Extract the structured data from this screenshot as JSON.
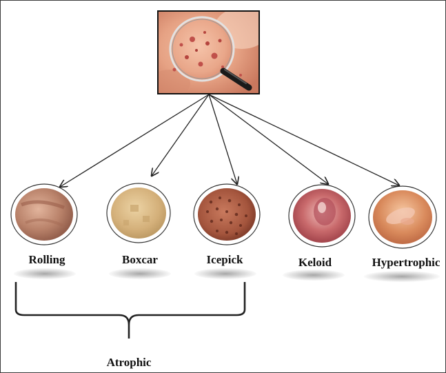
{
  "figure": {
    "main_image": {
      "name": "acne-skin-under-magnifier-photo",
      "colors": {
        "frame": "#111111",
        "skin": "#e8a88a",
        "lesion": "#c0504a",
        "lens_rim": "#dcdcdc",
        "handle": "#1a1a1a"
      }
    },
    "scar_types": [
      {
        "id": "rolling",
        "label": "Rolling",
        "photo_colors": [
          "#e2b49c",
          "#b9826a",
          "#8f5a48"
        ]
      },
      {
        "id": "boxcar",
        "label": "Boxcar",
        "photo_colors": [
          "#e8cc9a",
          "#d4b07a",
          "#b8955f"
        ]
      },
      {
        "id": "icepick",
        "label": "Icepick",
        "photo_colors": [
          "#c97a5e",
          "#a4553d",
          "#6e2f20"
        ]
      },
      {
        "id": "keloid",
        "label": "Keloid",
        "photo_colors": [
          "#e6a8a4",
          "#c96a6c",
          "#9a3c44"
        ]
      },
      {
        "id": "hypertrophic",
        "label": "Hypertrophic",
        "photo_colors": [
          "#f0b488",
          "#d98a5c",
          "#b96440"
        ]
      }
    ],
    "group": {
      "label": "Atrophic",
      "members": [
        "rolling",
        "boxcar",
        "icepick"
      ]
    },
    "colors": {
      "arrow": "#222222",
      "bracket": "#222222",
      "circle_border": "#333333",
      "text": "#111111"
    }
  }
}
